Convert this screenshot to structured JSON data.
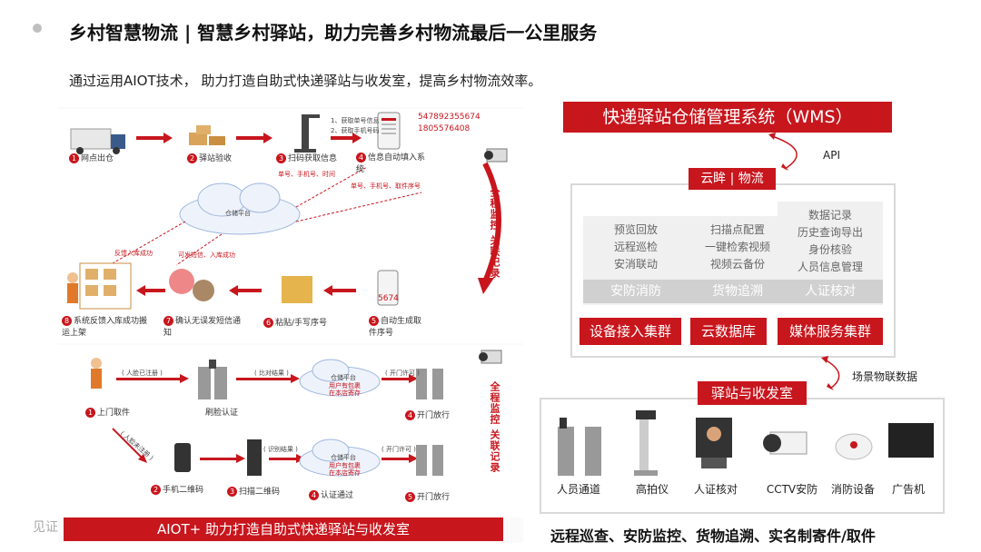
{
  "header": {
    "title": "乡村智慧物流  | 智慧乡村驿站，助力完善乡村物流最后一公里服务",
    "subtitle": "通过运用AIOT技术， 助力打造自助式快递驿站与收发室，提高乡村物流效率。"
  },
  "left": {
    "top_steps": [
      {
        "num": "1",
        "label": "网点出仓"
      },
      {
        "num": "2",
        "label": "驿站验收"
      },
      {
        "num": "3",
        "label": "扫码获取信息"
      },
      {
        "num": "4",
        "label": "信息自动填入系统"
      },
      {
        "num": "5",
        "label": "自动生成取件序号"
      },
      {
        "num": "6",
        "label": "粘贴/手写序号"
      },
      {
        "num": "7",
        "label": "确认无误发短信通知"
      },
      {
        "num": "8",
        "label": "系统反馈入库成功搬运上架"
      }
    ],
    "scan_notes": [
      "1、获取单号信息",
      "2、获取手机号码"
    ],
    "phones": [
      "547892355674",
      "1805576408"
    ],
    "cloud_label": "仓储平台",
    "tiny_labels": [
      "单号、手机号、时间",
      "单号、手机号、取件序号",
      "反馈入库成功",
      "可发短信、入库成功"
    ],
    "box_label": "5674",
    "top_vertical": "全程监控 关联记录",
    "bottom_flow1": [
      {
        "num": "1",
        "label": "上门取件"
      },
      {
        "num": "",
        "label": "刷脸认证"
      },
      {
        "num": "4",
        "label": "开门放行"
      }
    ],
    "bottom_flow2": [
      {
        "num": "2",
        "label": "手机二维码"
      },
      {
        "num": "3",
        "label": "扫描二维码"
      },
      {
        "num": "4",
        "label": "认证通过"
      },
      {
        "num": "5",
        "label": "开门放行"
      }
    ],
    "paren_labels": [
      "( 人脸已注册 )",
      "( 比对结果 )",
      "( 开门许可 )",
      "( 人脸未注册 )",
      "( 识别结果 )",
      "( 开门许可 )"
    ],
    "cloud_small": [
      "仓储平台",
      "用户有包裹",
      "在本店寄存"
    ],
    "bottom_vertical": "全程监控 关联记录",
    "bottom_bar": "AIOT+ 助力打造自助式快递驿站与收发室",
    "see": "见证"
  },
  "right": {
    "wms": "快递驿站仓储管理系统（WMS）",
    "api": "API",
    "yunmou": "云眸 | 物流",
    "columns": [
      {
        "items": [
          "预览回放",
          "远程巡检",
          "安消联动"
        ],
        "footer": "安防消防"
      },
      {
        "items": [
          "扫描点配置",
          "一键检索视频",
          "视频云备份"
        ],
        "footer": "货物追溯"
      },
      {
        "items": [
          "数据记录",
          "历史查询导出",
          "身份核验",
          "人员信息管理"
        ],
        "footer": "人证核对"
      }
    ],
    "clusters": [
      "设备接入集群",
      "云数据库",
      "媒体服务集群"
    ],
    "scene": "场景物联数据",
    "station_title": "驿站与收发室",
    "devices": [
      "人员通道",
      "高拍仪",
      "人证核对",
      "CCTV安防",
      "消防设备",
      "广告机"
    ],
    "bottom_text": "远程巡查、安防监控、货物追溯、实名制寄件/取件"
  },
  "colors": {
    "accent": "#c8161d",
    "gray": "#d0d0d0"
  }
}
